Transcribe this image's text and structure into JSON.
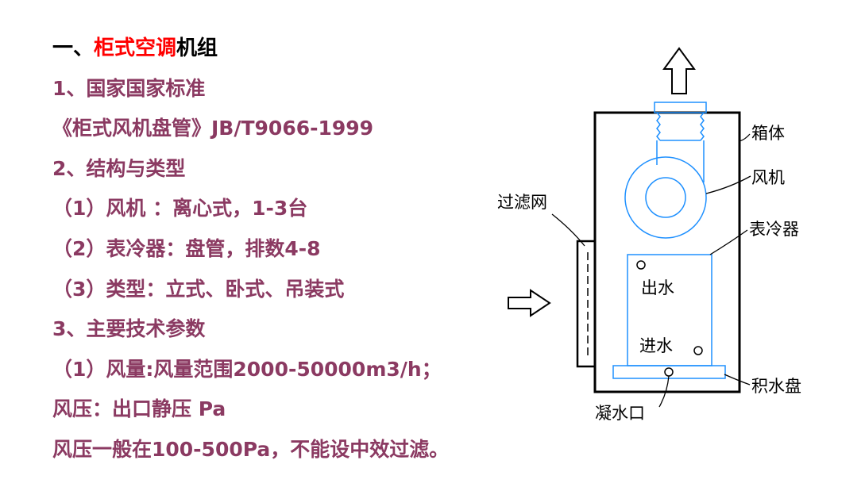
{
  "text": {
    "title_part1": "一、",
    "title_highlight": "柜式空调",
    "title_part2": "机组",
    "lines": [
      "1、国家国家标准",
      "《柜式风机盘管》JB/T9066-1999",
      "2、结构与类型",
      "（1）风机 ：离心式，1-3台",
      "（2）表冷器：盘管，排数4-8",
      "（3）类型：立式、卧式、吊装式",
      "3、主要技术参数",
      "（1）风量:风量范围2000-50000m3/h；",
      "风压：出口静压 Pa",
      "风压一般在100-500Pa，不能设中效过滤。"
    ]
  },
  "diagram": {
    "labels": {
      "cabinet": "箱体",
      "fan": "风机",
      "coil": "表冷器",
      "filter": "过滤网",
      "water_out": "出水",
      "water_in": "进水",
      "drain_pan": "积水盘",
      "drain_outlet": "凝水口"
    },
    "colors": {
      "text": "#8B3A62",
      "highlight": "#ff0000",
      "equipment_line": "#1E90FF",
      "outline": "#000000"
    }
  }
}
